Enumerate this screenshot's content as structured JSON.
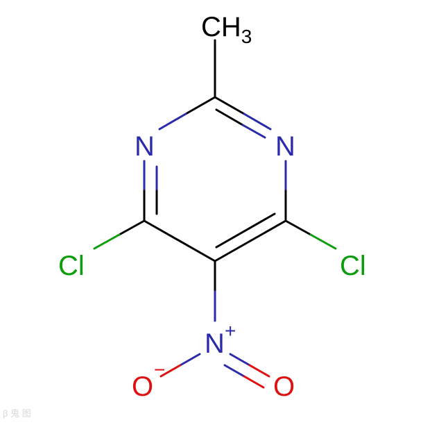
{
  "molecule": {
    "atoms": {
      "methyl": {
        "symbol": "CH",
        "subscript": "3"
      },
      "n_left": {
        "symbol": "N"
      },
      "n_right": {
        "symbol": "N"
      },
      "cl_left": {
        "symbol": "Cl"
      },
      "cl_right": {
        "symbol": "Cl"
      },
      "n_nitro": {
        "symbol": "N",
        "charge": "+"
      },
      "o_left": {
        "symbol": "O",
        "charge": "−"
      },
      "o_right": {
        "symbol": "O"
      }
    }
  },
  "watermark": {
    "text": "β 鬼 图"
  },
  "colors": {
    "bond": "#000000",
    "nitrogen": "#2a2aaa",
    "chlorine": "#0c9d0c",
    "oxygen": "#e01010",
    "carbon": "#000000",
    "background": "#ffffff"
  }
}
